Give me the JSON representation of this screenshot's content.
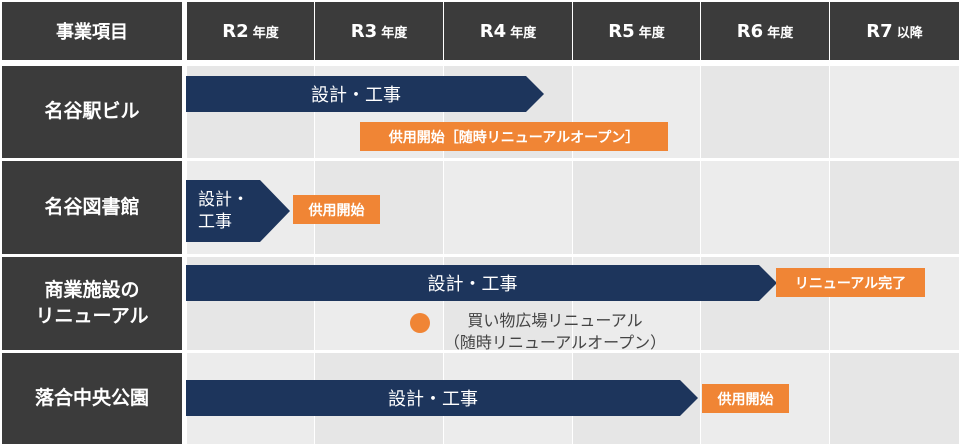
{
  "header": {
    "project_col": "事業項目",
    "years": [
      {
        "label": "R2",
        "suffix": "年度"
      },
      {
        "label": "R3",
        "suffix": "年度"
      },
      {
        "label": "R4",
        "suffix": "年度"
      },
      {
        "label": "R5",
        "suffix": "年度"
      },
      {
        "label": "R6",
        "suffix": "年度"
      },
      {
        "label": "R7",
        "suffix": "以降"
      }
    ]
  },
  "rows": [
    {
      "name": "名谷駅ビル",
      "bar": "設計・工事",
      "tag": "供用開始［随時リニューアルオープン］"
    },
    {
      "name": "名谷図書館",
      "bar": "設計・\n工事",
      "tag": "供用開始"
    },
    {
      "name": "商業施設の\nリニューアル",
      "bar": "設計・工事",
      "tag": "リニューアル完了",
      "note": "買い物広場リニューアル\n（随時リニューアルオープン）"
    },
    {
      "name": "落合中央公園",
      "bar": "設計・工事",
      "tag": "供用開始"
    }
  ],
  "colors": {
    "header_bg": "#3b3b3b",
    "bar": "#1d355c",
    "milestone": "#f08535",
    "cell_bg": "#e6e6e6"
  }
}
